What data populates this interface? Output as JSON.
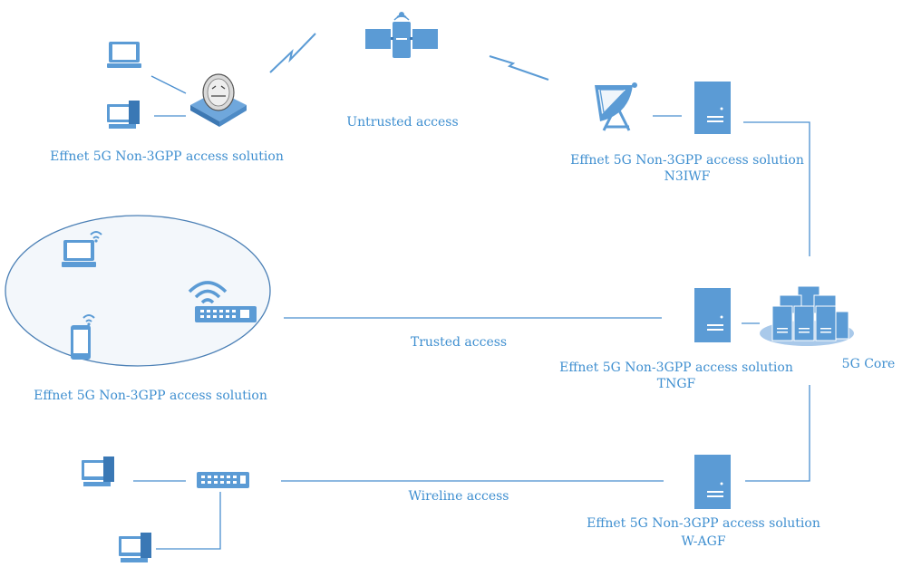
{
  "labels": {
    "top_left_solution": "Effnet 5G Non-3GPP access solution",
    "untrusted": "Untrusted access",
    "n3iwf_solution": "Effnet 5G Non-3GPP access solution",
    "n3iwf_name": "N3IWF",
    "wifi_solution": "Effnet 5G Non-3GPP access solution",
    "trusted": "Trusted access",
    "tngf_solution": "Effnet 5G Non-3GPP access solution",
    "tngf_name": "TNGF",
    "core": "5G Core",
    "wireline": "Wireline access",
    "wagf_solution": "Effnet 5G Non-3GPP access solution",
    "wagf_name": "W-AGF"
  },
  "icons": {
    "laptop": "laptop-icon",
    "desktop": "desktop-computer-icon",
    "router": "router-icon",
    "satellite": "satellite-icon",
    "dish": "satellite-dish-icon",
    "server": "server-icon",
    "core": "server-cluster-icon",
    "wifi_router": "wifi-access-point-icon",
    "switch": "network-switch-icon",
    "phone": "smartphone-icon",
    "lightning": "wireless-link-icon"
  },
  "colors": {
    "accent": "#5b9bd5",
    "text": "#3f8fd0"
  }
}
